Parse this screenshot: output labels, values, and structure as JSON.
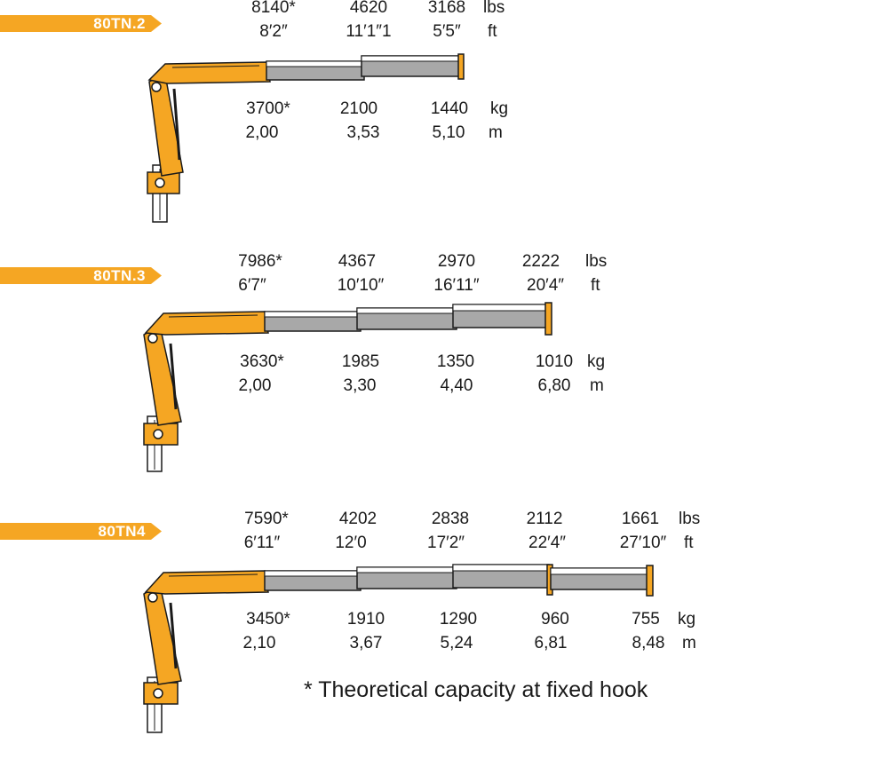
{
  "colors": {
    "accent": "#F5A623",
    "boom_grey": "#A8A8A8",
    "outline": "#1a1a1a"
  },
  "units": {
    "lbs": "lbs",
    "ft": "ft",
    "kg": "kg",
    "m": "m"
  },
  "models": [
    {
      "name": "80TN.2",
      "lbs": [
        "8140*",
        "4620",
        "3168"
      ],
      "ft": [
        "8′2″",
        "11′1″1",
        "5′5″"
      ],
      "kg": [
        "3700*",
        "2100",
        "1440"
      ],
      "m": [
        "2,00",
        "3,53",
        "5,10"
      ]
    },
    {
      "name": "80TN.3",
      "lbs": [
        "7986*",
        "4367",
        "2970",
        "2222"
      ],
      "ft": [
        "6′7″",
        "10′10″",
        "16′11″",
        "20′4″"
      ],
      "kg": [
        "3630*",
        "1985",
        "1350",
        "1010"
      ],
      "m": [
        "2,00",
        "3,30",
        "4,40",
        "6,80"
      ]
    },
    {
      "name": "80TN4",
      "lbs": [
        "7590*",
        "4202",
        "2838",
        "2112",
        "1661"
      ],
      "ft": [
        "6′11″",
        "12′0",
        "17′2″",
        "22′4″",
        "27′10″"
      ],
      "kg": [
        "3450*",
        "1910",
        "1290",
        "960",
        "755"
      ],
      "m": [
        "2,10",
        "3,67",
        "5,24",
        "6,81",
        "8,48"
      ]
    }
  ],
  "footnote": "* Theoretical capacity at fixed hook"
}
